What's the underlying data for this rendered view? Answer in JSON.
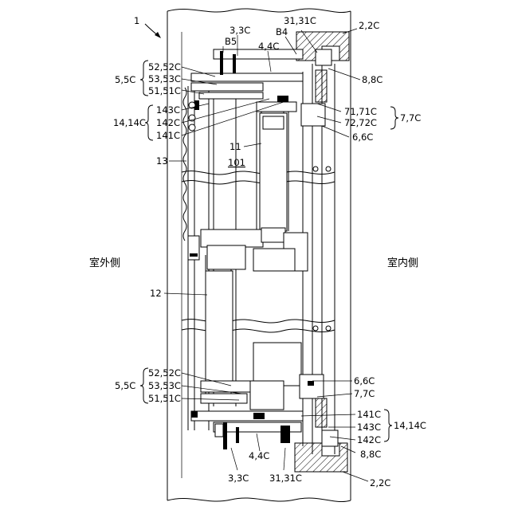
{
  "figure": {
    "ref_main": "1",
    "ref_glass": "101",
    "side_outdoor": "室外側",
    "side_indoor": "室内側"
  },
  "labels_top": {
    "l_31_31c": "31,31C",
    "l_2_2c": "2,2C",
    "l_3_3c": "3,3C",
    "l_b5": "B5",
    "l_b4": "B4",
    "l_4_4c": "4,4C",
    "l_52_52c": "52,52C",
    "l_53_53c": "53,53C",
    "l_51_51c": "51,51C",
    "l_5_5c": "5,5C",
    "l_8_8c": "8,8C",
    "l_143c": "143C",
    "l_142c": "142C",
    "l_141c": "141C",
    "l_14_14c": "14,14C",
    "l_71_71c": "71,71C",
    "l_72_72c": "72,72C",
    "l_7_7c": "7,7C",
    "l_6_6c": "6,6C",
    "l_11": "11",
    "l_13": "13"
  },
  "labels_mid": {
    "l_12": "12"
  },
  "labels_bottom": {
    "l_52_52c": "52,52C",
    "l_53_53c": "53,53C",
    "l_51_51c": "51,51C",
    "l_5_5c": "5,5C",
    "l_6_6c": "6,6C",
    "l_7_7c": "7,7C",
    "l_141c": "141C",
    "l_143c": "143C",
    "l_142c": "142C",
    "l_14_14c": "14,14C",
    "l_4_4c": "4,4C",
    "l_8_8c": "8,8C",
    "l_3_3c": "3,3C",
    "l_31_31c": "31,31C",
    "l_2_2c": "2,2C"
  }
}
